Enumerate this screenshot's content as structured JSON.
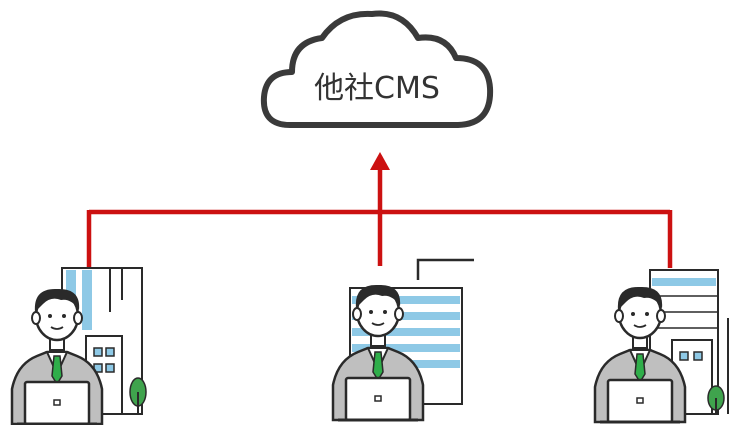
{
  "cloud": {
    "label": "他社CMS"
  },
  "colors": {
    "connector": "#cc1111",
    "outline": "#2a2a2a",
    "building_accent": "#8ec9e6",
    "suit": "#bfbfbf",
    "shirt": "#ffffff",
    "tie": "#2fae4a",
    "hair": "#2a2a2a",
    "tree": "#3fa34d",
    "laptop": "#ffffff"
  },
  "offices": [
    {
      "id": "left",
      "icons": [
        "building-icon",
        "businessman-icon",
        "laptop-icon",
        "tree-icon"
      ]
    },
    {
      "id": "center",
      "icons": [
        "building-icon",
        "businessman-icon",
        "laptop-icon"
      ]
    },
    {
      "id": "right",
      "icons": [
        "building-icon",
        "businessman-icon",
        "laptop-icon",
        "tree-icon"
      ]
    }
  ]
}
